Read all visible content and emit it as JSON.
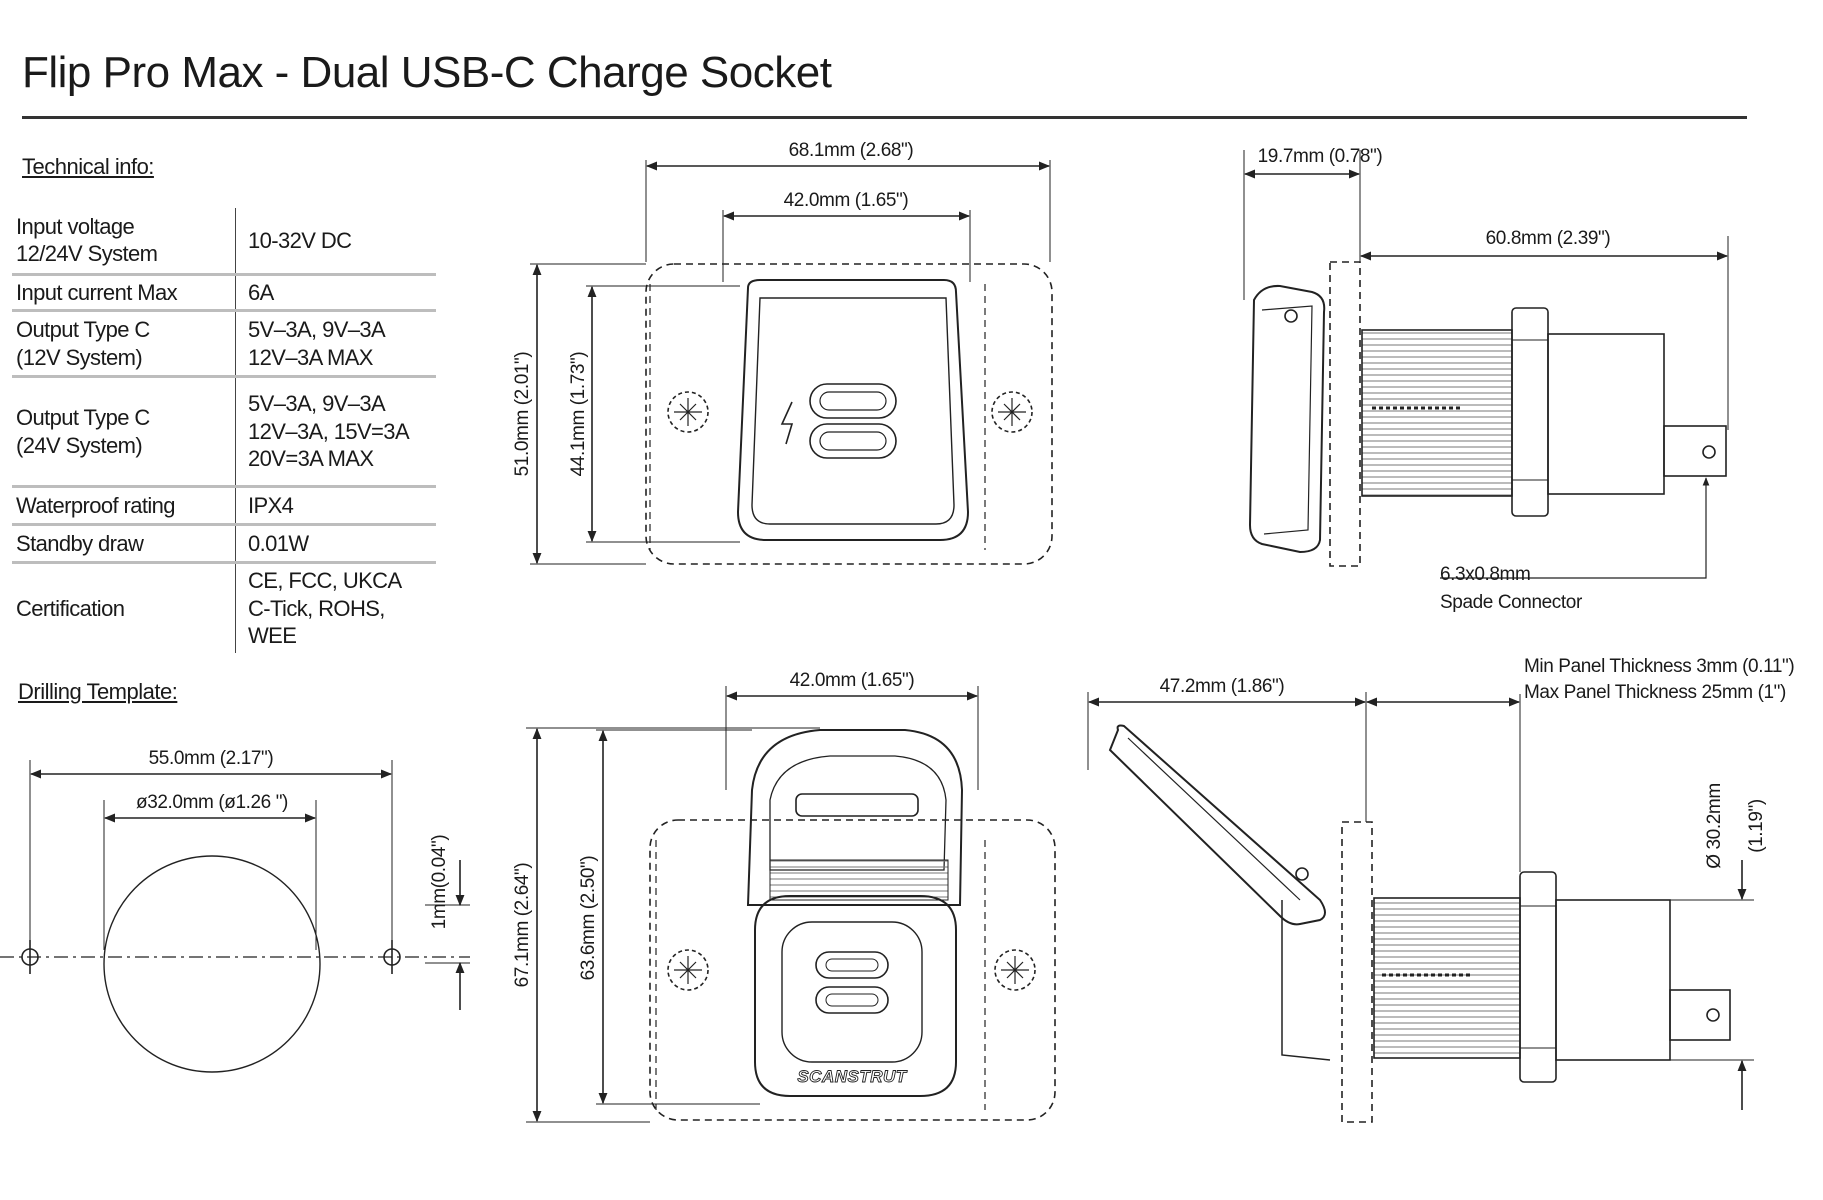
{
  "title": "Flip Pro Max - Dual USB-C Charge Socket",
  "technical_info": {
    "heading": "Technical info:",
    "rows": [
      {
        "label": "Input voltage\n12/24V System",
        "value": "10-32V DC"
      },
      {
        "label": "Input current Max",
        "value": "6A"
      },
      {
        "label": "Output Type C\n(12V System)",
        "value": "5V–3A, 9V–3A\n12V–3A MAX"
      },
      {
        "label": "Output Type C\n(24V System)",
        "value": "5V–3A, 9V–3A\n12V–3A, 15V=3A\n20V=3A MAX"
      },
      {
        "label": "Waterproof rating",
        "value": "IPX4"
      },
      {
        "label": "Standby draw",
        "value": "0.01W"
      },
      {
        "label": "Certification",
        "value": "CE, FCC, UKCA\nC-Tick, ROHS, WEE"
      }
    ]
  },
  "drilling_template": {
    "heading": "Drilling Template:",
    "hole_spacing": "55.0mm  (2.17\")",
    "hole_diameter": "ø32.0mm  (ø1.26 \")",
    "small_hole": "1mm(0.04\")"
  },
  "front_view_closed": {
    "width_overall": "68.1mm (2.68\")",
    "width_cover": "42.0mm (1.65\")",
    "height_overall": "51.0mm (2.01\")",
    "height_cover": "44.1mm (1.73\")"
  },
  "side_view_closed": {
    "depth_bezel": "19.7mm (0.78\")",
    "depth_body": "60.8mm (2.39\")",
    "spade_size": "6.3x0.8mm",
    "spade_label": "Spade Connector"
  },
  "front_view_open": {
    "width_cover": "42.0mm (1.65\")",
    "height_overall": "67.1mm (2.64\")",
    "height_cover": "63.6mm (2.50\")",
    "brand": "SCANSTRUT"
  },
  "side_view_open": {
    "depth_open": "47.2mm (1.86\")",
    "panel_min": "Min Panel Thickness 3mm (0.11\")",
    "panel_max": "Max Panel Thickness 25mm (1\")",
    "diameter_mm": "Ø 30.2mm",
    "diameter_in": "(1.19\")"
  }
}
